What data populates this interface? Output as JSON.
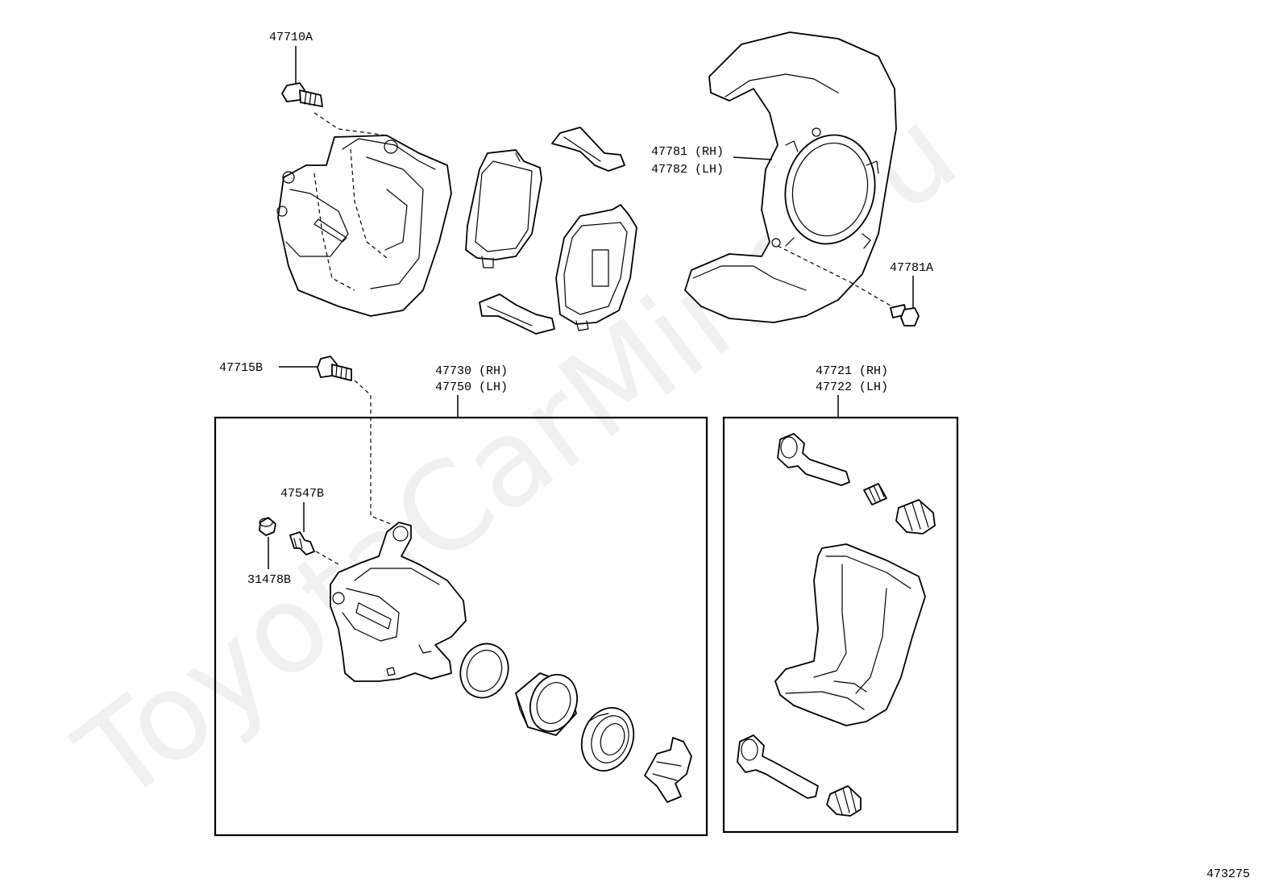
{
  "watermark": "ToyotaCarMine.ru",
  "diagram_id": "473275",
  "labels": {
    "bolt_upper": "47710A",
    "shield_rh": "47781 (RH)",
    "shield_lh": "47782 (LH)",
    "shield_bolt": "47781A",
    "bolt_lower": "47715B",
    "caliper_rh": "47730 (RH)",
    "caliper_lh": "47750 (LH)",
    "bleeder": "47547B",
    "bleeder_cap": "31478B",
    "mount_rh": "47721 (RH)",
    "mount_lh": "47722 (LH)"
  }
}
